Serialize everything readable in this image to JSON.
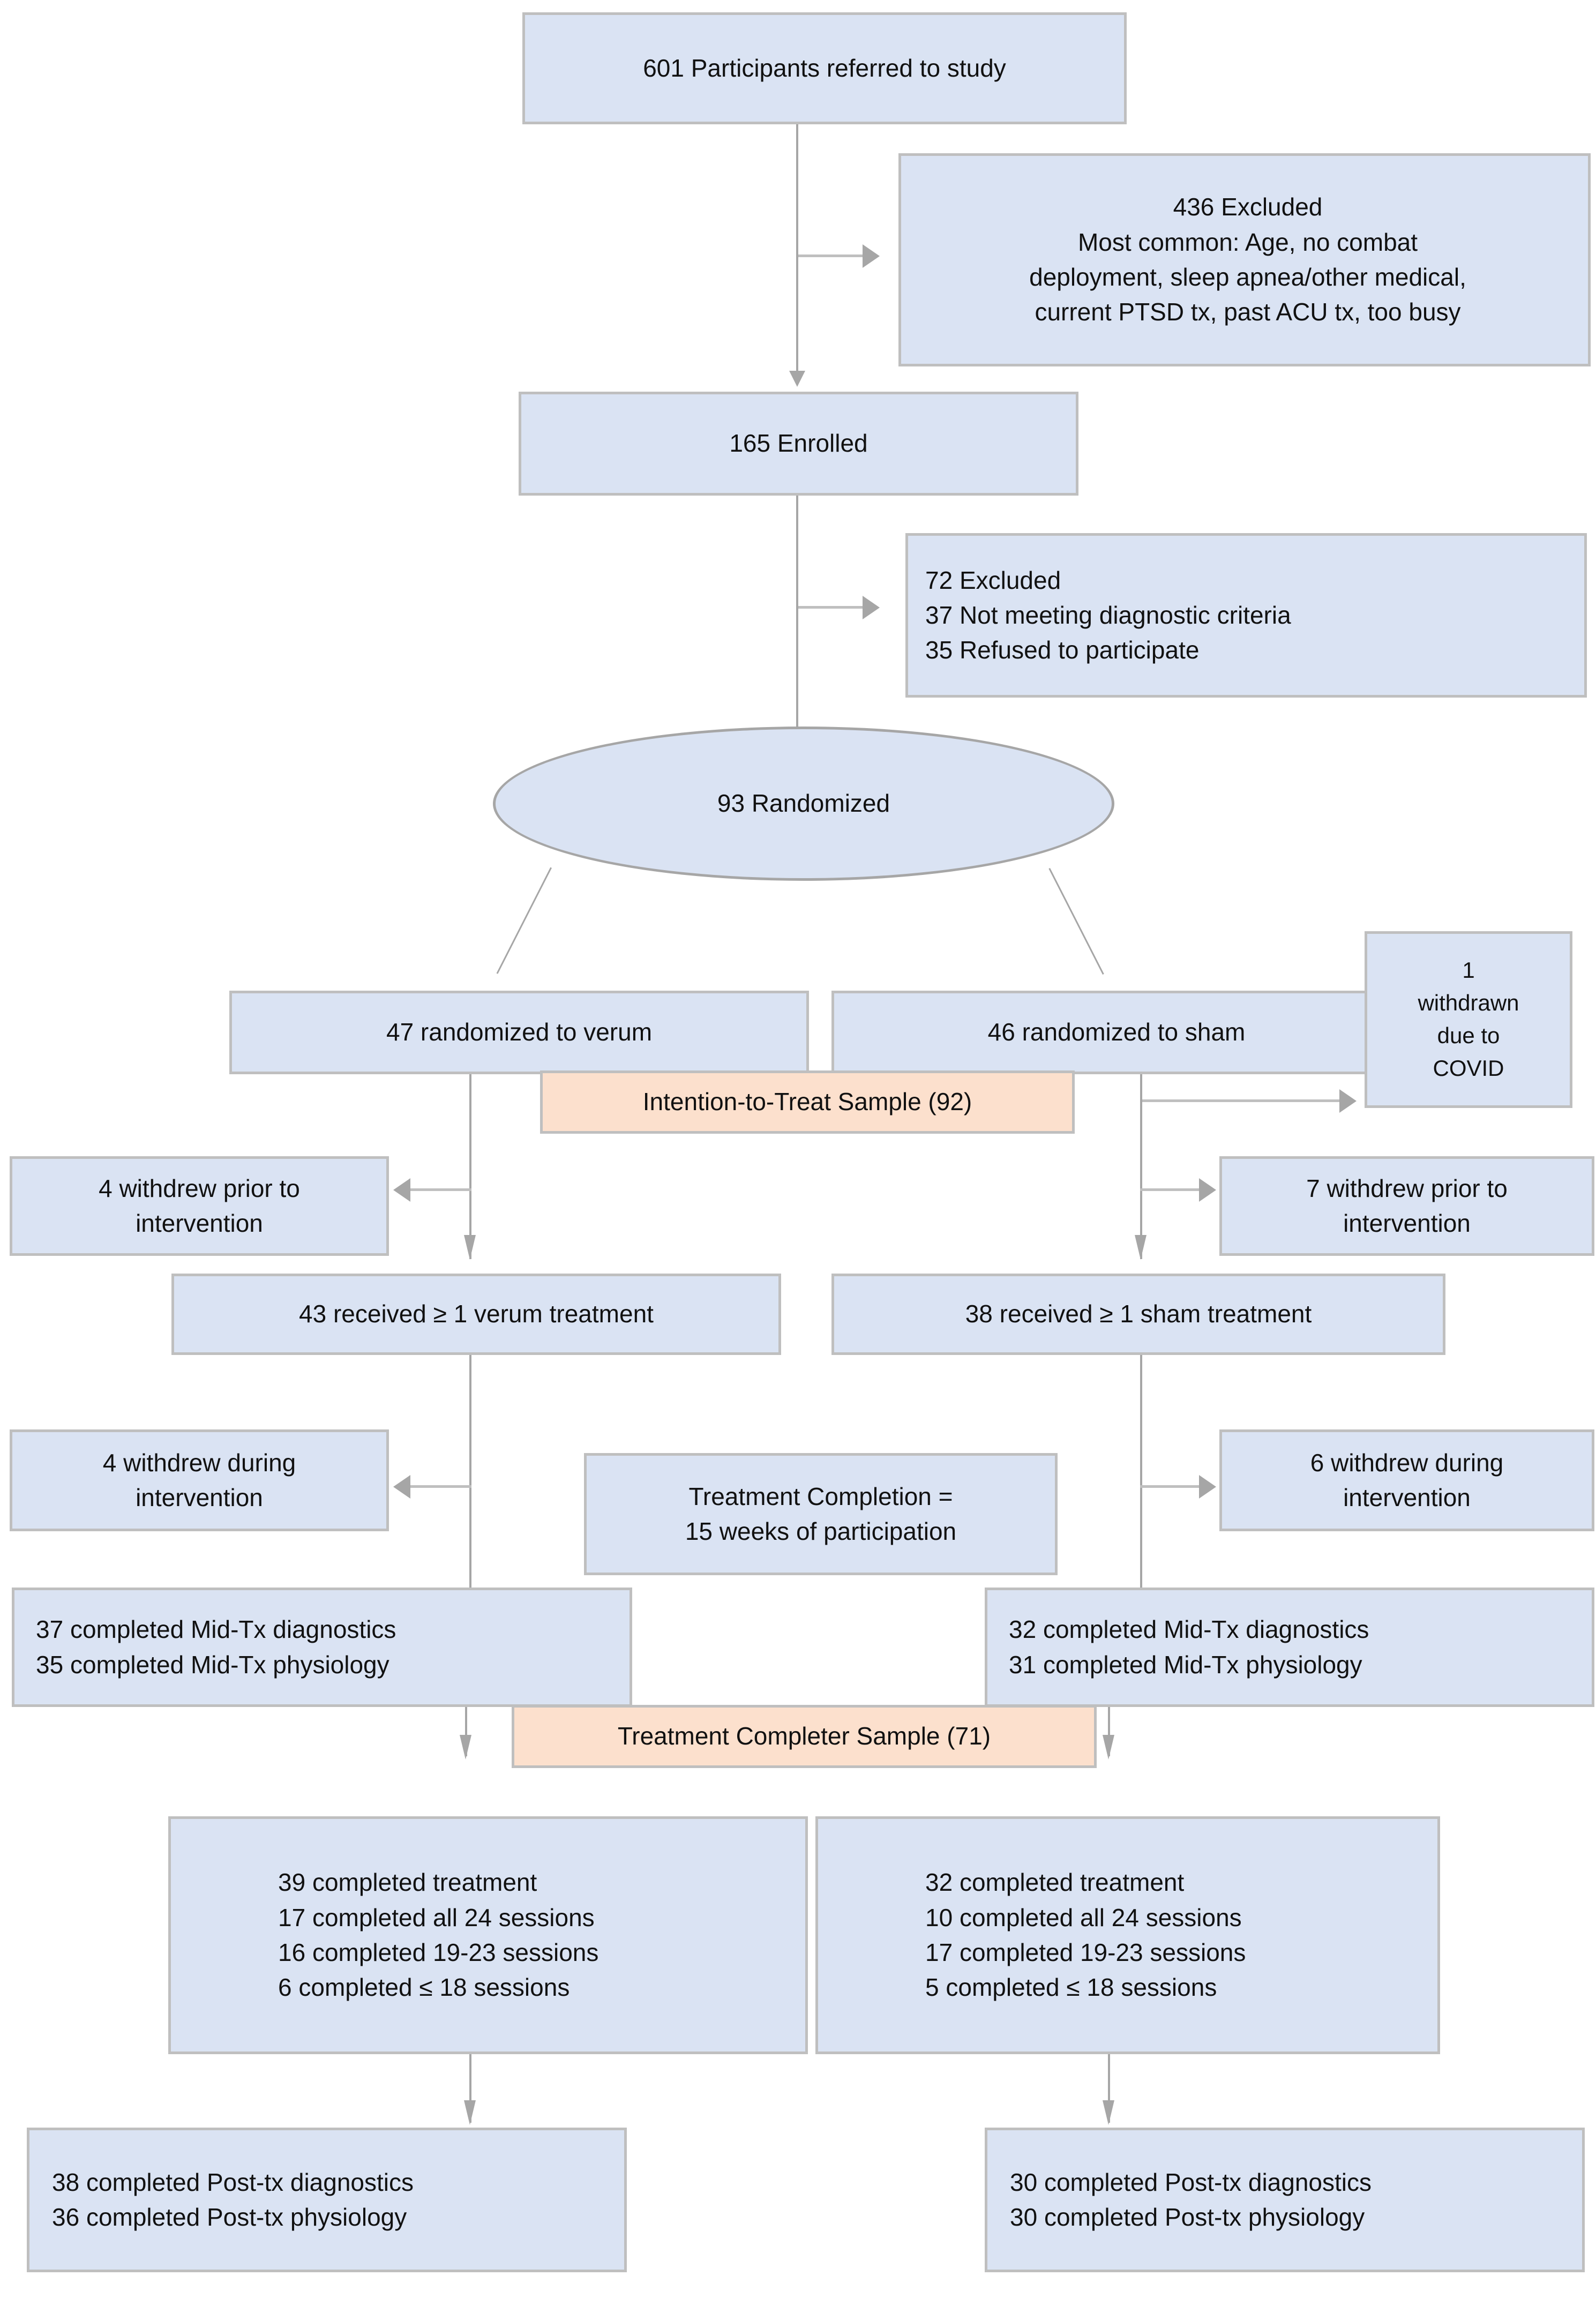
{
  "diagram": {
    "type": "consort-flow-diagram",
    "title": "CONSORT participant flow diagram",
    "colors": {
      "node_fill": "#dae3f3",
      "node_border": "#bfbfbf",
      "highlight_fill": "#fce0cd",
      "connector": "#a6a6a6",
      "text": "#111111"
    },
    "nodes": {
      "referred": {
        "label": "601 Participants referred to study",
        "count": 601
      },
      "excluded_screen": {
        "label": "436 Excluded\nMost common: Age, no combat\ndeployment, sleep apnea/other medical,\ncurrent PTSD tx, past ACU tx, too busy",
        "count": 436
      },
      "enrolled": {
        "label": "165 Enrolled",
        "count": 165
      },
      "excluded_enrolled": {
        "label": "72 Excluded\n   37 Not meeting diagnostic criteria\n   35 Refused to participate",
        "count": 72,
        "not_meeting_criteria": 37,
        "refused": 35
      },
      "randomized": {
        "label": "93 Randomized",
        "count": 93
      },
      "verum_randomized": {
        "label": "47 randomized to verum",
        "count": 47
      },
      "sham_randomized": {
        "label": "46 randomized to sham",
        "count": 46
      },
      "covid_withdrawn": {
        "label": "1\nwithdrawn\ndue to\nCOVID",
        "count": 1
      },
      "itt_sample": {
        "label": "Intention-to-Treat Sample (92)",
        "count": 92
      },
      "verum_withdrew_prior": {
        "label": "4 withdrew prior to\nintervention",
        "count": 4
      },
      "sham_withdrew_prior": {
        "label": "7 withdrew prior to\nintervention",
        "count": 7
      },
      "verum_received": {
        "label": "43 received ≥ 1 verum treatment",
        "count": 43
      },
      "sham_received": {
        "label": "38 received ≥ 1 sham treatment",
        "count": 38
      },
      "verum_withdrew_during": {
        "label": "4 withdrew during\nintervention",
        "count": 4
      },
      "sham_withdrew_during": {
        "label": "6 withdrew during\nintervention",
        "count": 6
      },
      "treatment_completion_def": {
        "label": "Treatment Completion =\n15 weeks of participation",
        "weeks": 15
      },
      "verum_midtx": {
        "label": "37 completed Mid-Tx diagnostics\n35 completed Mid-Tx physiology",
        "diagnostics": 37,
        "physiology": 35
      },
      "sham_midtx": {
        "label": "32 completed Mid-Tx diagnostics\n31 completed Mid-Tx physiology",
        "diagnostics": 32,
        "physiology": 31
      },
      "completer_sample": {
        "label": "Treatment Completer Sample (71)",
        "count": 71
      },
      "verum_completed": {
        "label": "39 completed treatment\n   17 completed all 24 sessions\n   16 completed 19-23 sessions\n   6 completed ≤ 18 sessions",
        "completed": 39,
        "all_24_sessions": 17,
        "sessions_19_23": 16,
        "sessions_le_18": 6
      },
      "sham_completed": {
        "label": "32 completed treatment\n   10 completed all 24 sessions\n   17 completed 19-23 sessions\n   5 completed ≤ 18 sessions",
        "completed": 32,
        "all_24_sessions": 10,
        "sessions_19_23": 17,
        "sessions_le_18": 5
      },
      "verum_posttx": {
        "label": "38 completed Post-tx diagnostics\n36 completed Post-tx physiology",
        "diagnostics": 38,
        "physiology": 36
      },
      "sham_posttx": {
        "label": "30 completed Post-tx diagnostics\n30 completed Post-tx physiology",
        "diagnostics": 30,
        "physiology": 30
      }
    }
  }
}
